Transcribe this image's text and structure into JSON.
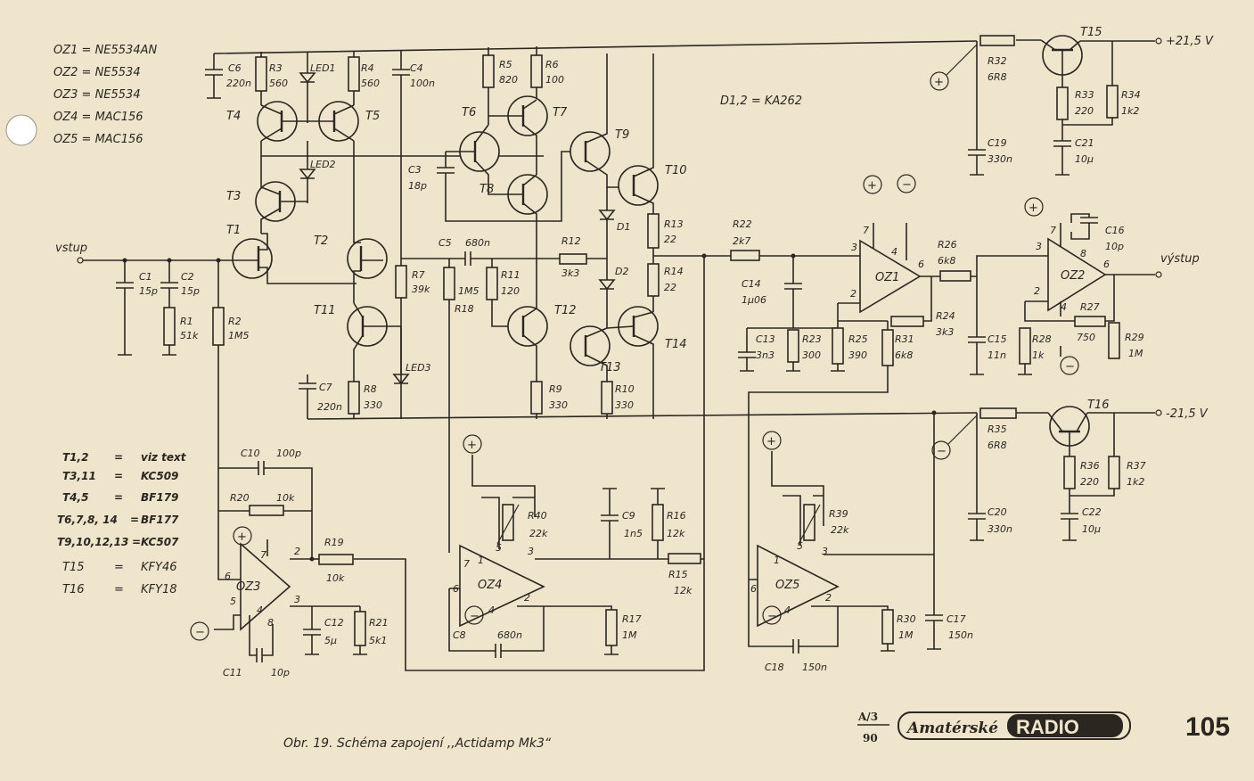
{
  "caption": "Obr. 19. Schéma zapojení ,,Actidamp Mk3“",
  "page_number": "105",
  "magazine": {
    "issue_top": "A/3",
    "issue_bottom": "90",
    "logo_left": "Amatérské",
    "logo_right": "RADIO"
  },
  "opamp_list": [
    "OZ1 = NE5534AN",
    "OZ2 = NE5534",
    "OZ3 = NE5534",
    "OZ4 = MAC156",
    "OZ5 = MAC156"
  ],
  "diode_note": "D1,2 = KA262",
  "transistor_list": [
    {
      "name": "T1,2",
      "eq": "=",
      "value": "viz text"
    },
    {
      "name": "T3,11",
      "eq": "=",
      "value": "KC509"
    },
    {
      "name": "T4,5",
      "eq": "=",
      "value": "BF179"
    },
    {
      "name": "T6,7,8, 14",
      "eq": "=",
      "value": "BF177"
    },
    {
      "name": "T9,10,12,13",
      "eq": "=",
      "value": "KC507"
    },
    {
      "name": "T15",
      "eq": "=",
      "value": "KFY46"
    },
    {
      "name": "T16",
      "eq": "=",
      "value": "KFY18"
    }
  ],
  "io": {
    "input": "vstup",
    "output": "výstup",
    "pos_supply": "+21,5 V",
    "neg_supply": "-21,5 V"
  },
  "signs": {
    "plus": "+",
    "minus": "−"
  },
  "labels": {
    "C1": [
      "C1",
      "15p"
    ],
    "C2": [
      "C2",
      "15p"
    ],
    "R1": [
      "R1",
      "51k"
    ],
    "R2": [
      "R2",
      "1M5"
    ],
    "C6": [
      "C6",
      "220n"
    ],
    "R3": [
      "R3",
      "560"
    ],
    "LED1": "LED1",
    "R4": [
      "R4",
      "560"
    ],
    "C4": [
      "C4",
      "100n"
    ],
    "R5": [
      "R5",
      "820"
    ],
    "R6": [
      "R6",
      "100"
    ],
    "T1": "T1",
    "T2": "T2",
    "T3": "T3",
    "T4": "T4",
    "T5": "T5",
    "T6": "T6",
    "T7": "T7",
    "T8": "T8",
    "T9": "T9",
    "T10": "T10",
    "T11": "T11",
    "T12": "T12",
    "T13": "T13",
    "T14": "T14",
    "T15": "T15",
    "T16": "T16",
    "LED2": "LED2",
    "LED3": "LED3",
    "C3": [
      "C3",
      "18p"
    ],
    "C5": [
      "C5",
      "680n"
    ],
    "R7": [
      "R7",
      "39k"
    ],
    "R18": [
      "1M5",
      "R18"
    ],
    "R11": [
      "R11",
      "120"
    ],
    "R12": [
      "R12",
      "3k3"
    ],
    "D1": "D1",
    "D2": "D2",
    "R13": [
      "R13",
      "22"
    ],
    "R14": [
      "R14",
      "22"
    ],
    "C7": [
      "C7",
      "220n"
    ],
    "R8": [
      "R8",
      "330"
    ],
    "R9": [
      "R9",
      "330"
    ],
    "R10": [
      "R10",
      "330"
    ],
    "R22": [
      "R22",
      "2k7"
    ],
    "C14": [
      "C14",
      "1µ06"
    ],
    "C13": [
      "C13",
      "3n3"
    ],
    "R23": [
      "R23",
      "300"
    ],
    "R25": [
      "R25",
      "390"
    ],
    "R31": [
      "R31",
      "6k8"
    ],
    "R24": [
      "R24",
      "3k3"
    ],
    "R26": [
      "R26",
      "6k8"
    ],
    "OZ1": "OZ1",
    "OZ2": "OZ2",
    "OZ3": "OZ3",
    "OZ4": "OZ4",
    "OZ5": "OZ5",
    "C15": [
      "C15",
      "11n"
    ],
    "R28": [
      "R28",
      "1k"
    ],
    "R27": [
      "R27",
      "750"
    ],
    "R29": [
      "R29",
      "1M"
    ],
    "C16": [
      "C16",
      "10p"
    ],
    "R32": [
      "R32",
      "6R8"
    ],
    "C19": [
      "C19",
      "330n"
    ],
    "R33": [
      "R33",
      "220"
    ],
    "R34": [
      "R34",
      "1k2"
    ],
    "C21": [
      "C21",
      "10µ"
    ],
    "R35": [
      "R35",
      "6R8"
    ],
    "C20": [
      "C20",
      "330n"
    ],
    "R36": [
      "R36",
      "220"
    ],
    "R37": [
      "R37",
      "1k2"
    ],
    "C22": [
      "C22",
      "10µ"
    ],
    "C10": [
      "C10",
      "100p"
    ],
    "R20": [
      "R20",
      "10k"
    ],
    "R19": [
      "R19",
      "10k"
    ],
    "C12": [
      "C12",
      "5µ"
    ],
    "R21": [
      "R21",
      "5k1"
    ],
    "C11": [
      "C11",
      "10p"
    ],
    "R40": [
      "R40",
      "22k"
    ],
    "C9": [
      "C9",
      "1n5"
    ],
    "R16": [
      "R16",
      "12k"
    ],
    "R15": [
      "R15",
      "12k"
    ],
    "R17": [
      "R17",
      "1M"
    ],
    "C8": [
      "C8",
      "680n"
    ],
    "R39": [
      "R39",
      "22k"
    ],
    "R30": [
      "R30",
      "1M"
    ],
    "C17": [
      "C17",
      "150n"
    ],
    "C18": [
      "C18",
      "150n"
    ]
  },
  "pins": {
    "oz1": [
      "3",
      "7",
      "4",
      "6",
      "2"
    ],
    "oz2": [
      "3",
      "7",
      "8",
      "6",
      "2",
      "4"
    ],
    "oz3": [
      "7",
      "2",
      "6",
      "5",
      "4",
      "8",
      "3"
    ],
    "oz4": [
      "7",
      "1",
      "5",
      "3",
      "6",
      "4",
      "2"
    ],
    "oz5": [
      "1",
      "5",
      "3",
      "6",
      "4",
      "2"
    ]
  }
}
